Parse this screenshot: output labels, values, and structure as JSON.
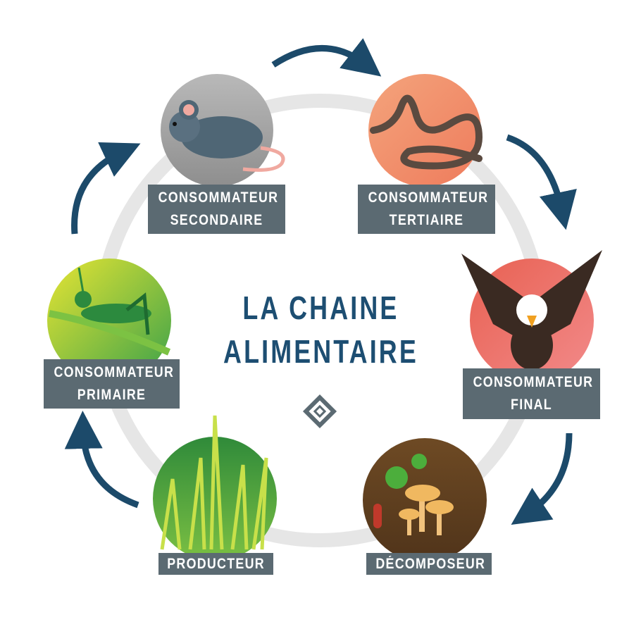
{
  "title": {
    "line1": "LA CHAINE",
    "line2": "ALIMENTAIRE"
  },
  "stages": [
    {
      "id": "secondaire",
      "line1": "CONSOMMATEUR",
      "line2": "SECONDAIRE",
      "animal": "mouse-icon"
    },
    {
      "id": "tertiaire",
      "line1": "CONSOMMATEUR",
      "line2": "TERTIAIRE",
      "animal": "snake-icon"
    },
    {
      "id": "final",
      "line1": "CONSOMMATEUR",
      "line2": "FINAL",
      "animal": "eagle-icon"
    },
    {
      "id": "decomposeur",
      "line1": "DÉCOMPOSEUR",
      "animal": "mushroom-icon"
    },
    {
      "id": "producteur",
      "line1": "PRODUCTEUR",
      "animal": "grass-icon"
    },
    {
      "id": "primaire",
      "line1": "CONSOMMATEUR",
      "line2": "PRIMAIRE",
      "animal": "grasshopper-icon"
    }
  ],
  "colors": {
    "title": "#1d4e72",
    "arrow": "#1c4a6a",
    "label_bg": "#5b6a72",
    "ring": "#e6e6e6"
  }
}
